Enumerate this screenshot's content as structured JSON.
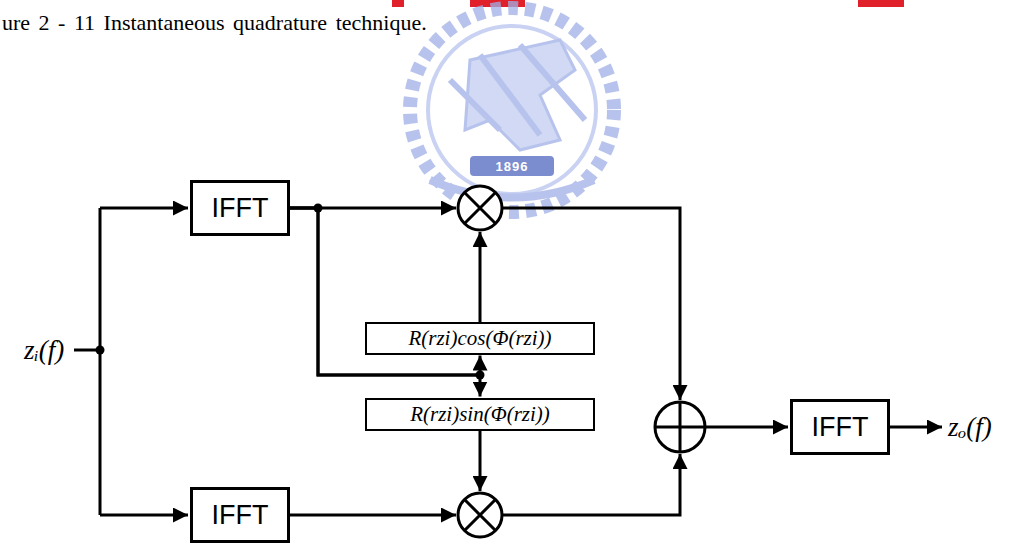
{
  "diagram": {
    "caption": "ure 2 - 11 Instantaneous quadrature technique.",
    "nodes": [
      {
        "text": [
          "IFFT"
        ]
      },
      {
        "text": [
          "R(rzi)cos(Φ(rzi))"
        ]
      },
      {
        "text": [
          "R(rzi)sin(Φ(rzi))"
        ]
      },
      {
        "text": [
          "IFFT"
        ]
      },
      {
        "text": [
          "IFFT"
        ]
      }
    ],
    "edges": [
      {
        "from": 0,
        "to": 1,
        "arrow": "to"
      },
      {
        "from": 0,
        "to": 2,
        "arrow": "to"
      }
    ],
    "labels": [
      "zᵢ(f)",
      "zₒ(f)",
      "1896"
    ]
  }
}
